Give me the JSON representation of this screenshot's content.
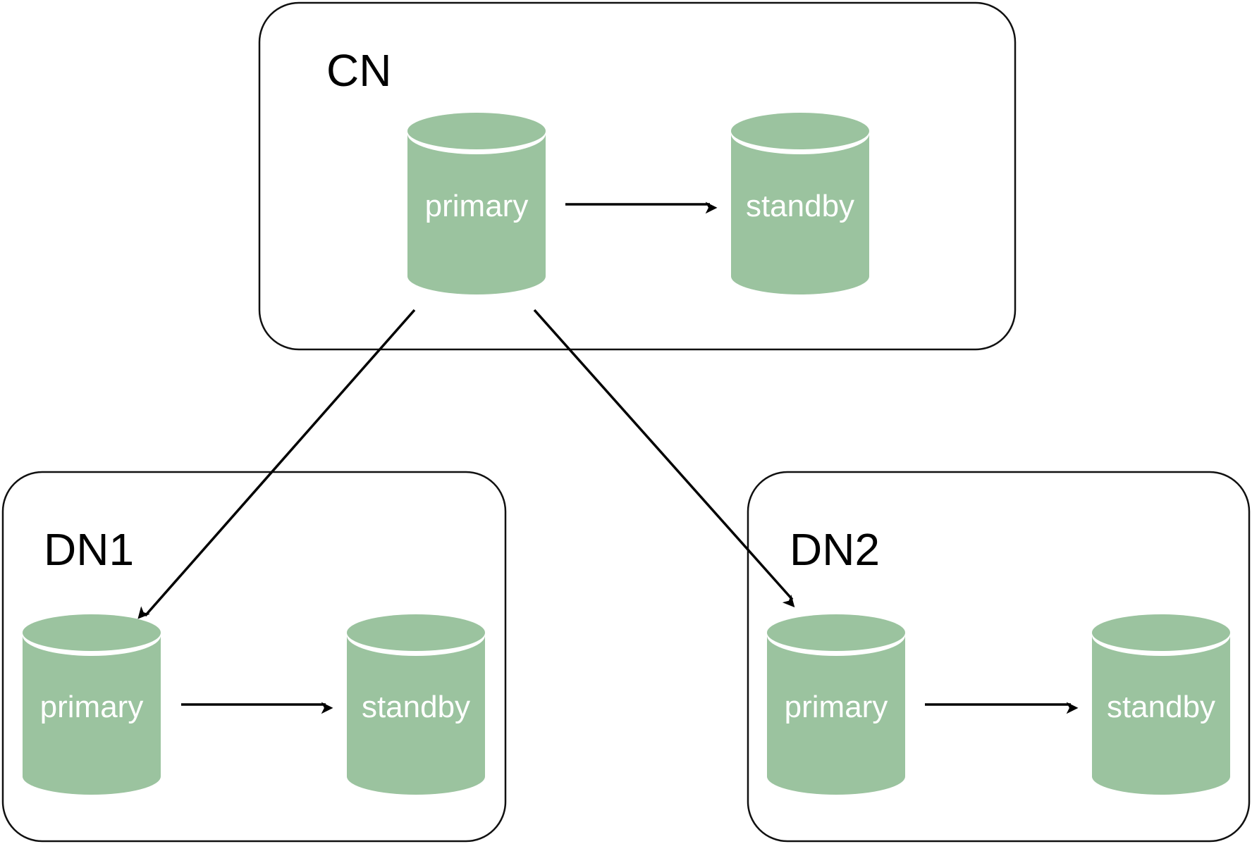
{
  "colors": {
    "database_fill": "#9bc39f",
    "database_text": "#ffffff",
    "box_border": "#111111",
    "arrow": "#000000"
  },
  "groups": [
    {
      "id": "cn",
      "label": "CN",
      "databases": [
        {
          "id": "cn-primary",
          "label": "primary",
          "icon": "database-cylinder-icon"
        },
        {
          "id": "cn-standby",
          "label": "standby",
          "icon": "database-cylinder-icon"
        }
      ]
    },
    {
      "id": "dn1",
      "label": "DN1",
      "databases": [
        {
          "id": "dn1-primary",
          "label": "primary",
          "icon": "database-cylinder-icon"
        },
        {
          "id": "dn1-standby",
          "label": "standby",
          "icon": "database-cylinder-icon"
        }
      ]
    },
    {
      "id": "dn2",
      "label": "DN2",
      "databases": [
        {
          "id": "dn2-primary",
          "label": "primary",
          "icon": "database-cylinder-icon"
        },
        {
          "id": "dn2-standby",
          "label": "standby",
          "icon": "database-cylinder-icon"
        }
      ]
    }
  ],
  "edges": [
    {
      "from": "cn-primary",
      "to": "cn-standby"
    },
    {
      "from": "dn1-primary",
      "to": "dn1-standby"
    },
    {
      "from": "dn2-primary",
      "to": "dn2-standby"
    },
    {
      "from": "cn-primary",
      "to": "dn1-primary"
    },
    {
      "from": "cn-primary",
      "to": "dn2-primary"
    }
  ]
}
